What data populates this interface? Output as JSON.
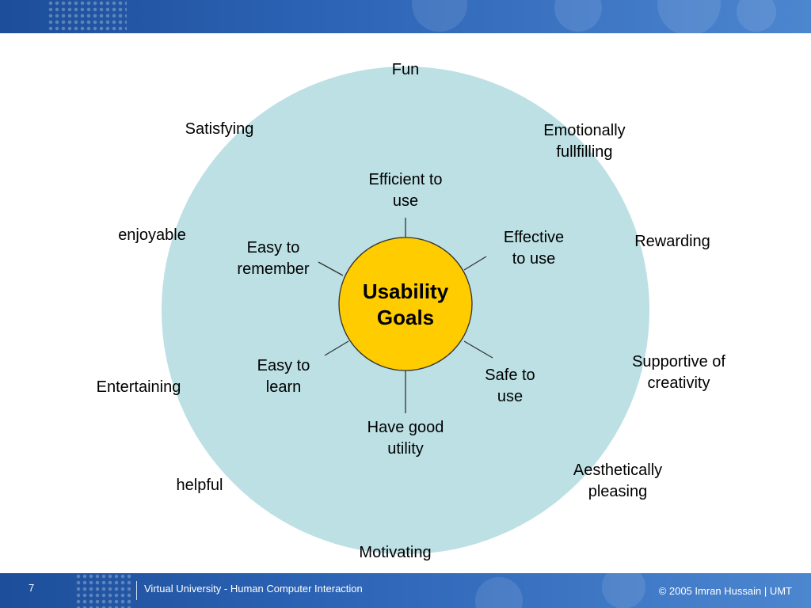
{
  "diagram": {
    "center": {
      "line1": "Usability",
      "line2": "Goals"
    },
    "usability_goals": [
      {
        "line1": "Efficient to",
        "line2": "use"
      },
      {
        "line1": "Effective",
        "line2": "to use"
      },
      {
        "line1": "Safe to",
        "line2": "use"
      },
      {
        "line1": "Have good",
        "line2": "utility"
      },
      {
        "line1": "Easy to",
        "line2": "learn"
      },
      {
        "line1": "Easy to",
        "line2": "remember"
      }
    ],
    "user_experience_goals": [
      {
        "line1": "Fun"
      },
      {
        "line1": "Emotionally",
        "line2": "fullfilling"
      },
      {
        "line1": "Rewarding"
      },
      {
        "line1": "Supportive of",
        "line2": "creativity"
      },
      {
        "line1": "Aesthetically",
        "line2": "pleasing"
      },
      {
        "line1": "Motivating"
      },
      {
        "line1": "helpful"
      },
      {
        "line1": "Entertaining"
      },
      {
        "line1": "enjoyable"
      },
      {
        "line1": "Satisfying"
      }
    ],
    "colors": {
      "outer_circle": "#bce0e4",
      "center_circle": "#ffcc00",
      "connector": "#333333",
      "banner": "#2f66b8"
    }
  },
  "footer": {
    "slide_number": "7",
    "course": "Virtual University - Human Computer Interaction",
    "copyright": "© 2005 Imran Hussain | UMT"
  }
}
